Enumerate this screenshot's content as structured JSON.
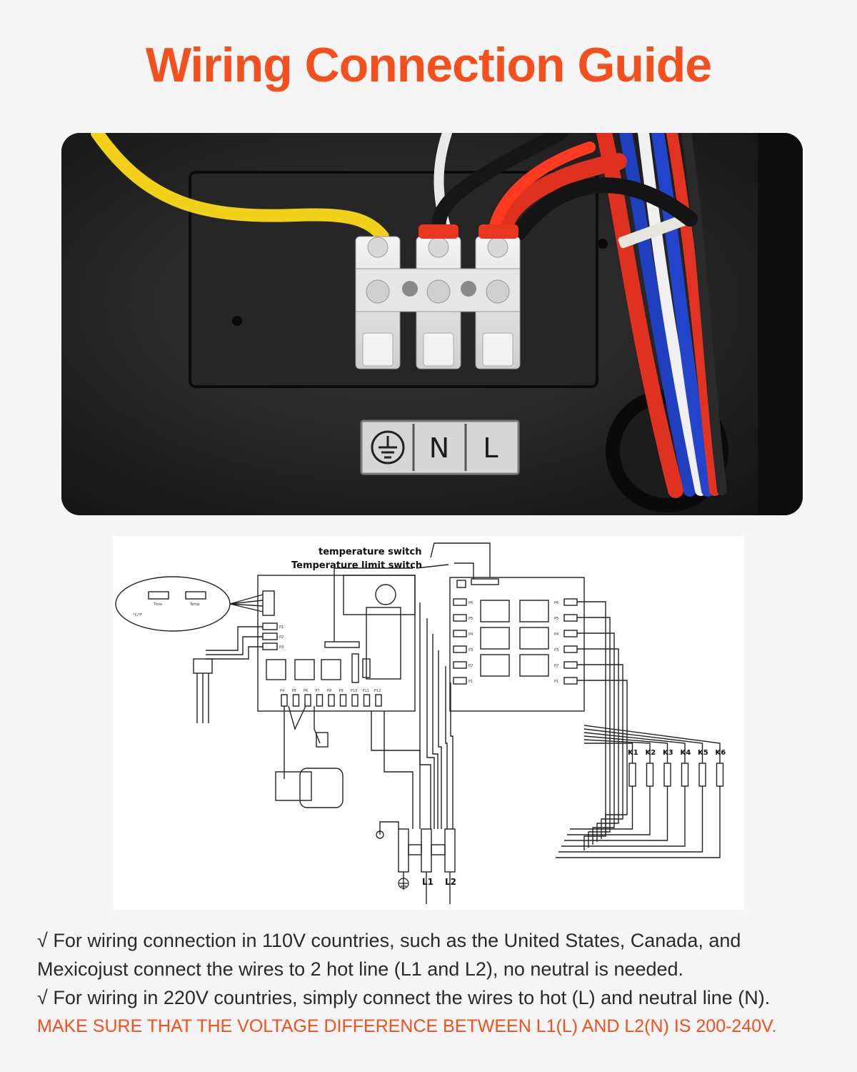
{
  "page": {
    "title": "Wiring Connection Guide"
  },
  "photo": {
    "terminal_labels": [
      "N",
      "L"
    ],
    "ground_symbol": "ground-icon"
  },
  "schematic": {
    "labels": {
      "temperature_switch": "temperature switch",
      "temperature_limit_switch": "Temperature limit switch",
      "panel_time": "Time",
      "panel_temp": "Temp",
      "panel_unit": "°C/°F",
      "l1": "L1",
      "l2": "L2"
    },
    "board_left_ports": [
      "P1",
      "P2",
      "P3"
    ],
    "board_bottom_ports": [
      "P4",
      "P5",
      "P6",
      "P7",
      "P8",
      "P9",
      "P10",
      "P11",
      "P12"
    ],
    "relay_ports_left": [
      "P6",
      "P5",
      "P4",
      "P3",
      "P2",
      "P1"
    ],
    "relay_ports_right": [
      "P6",
      "P5",
      "P4",
      "P3",
      "P2",
      "P1"
    ],
    "heaters": [
      "K1",
      "K2",
      "K3",
      "K4",
      "K5",
      "K6"
    ]
  },
  "notes": {
    "line1": "√ For wiring connection in 110V countries, such as the United States, Canada, and Mexicojust connect the wires to 2 hot line (L1 and L2), no neutral is needed.",
    "line2": "√ For wiring in 220V countries, simply connect the wires to hot (L) and neutral line (N).",
    "warning": "MAKE SURE THAT THE VOLTAGE DIFFERENCE BETWEEN L1(L) AND L2(N) IS 200-240V.",
    "warning_color": "#f4501e"
  }
}
